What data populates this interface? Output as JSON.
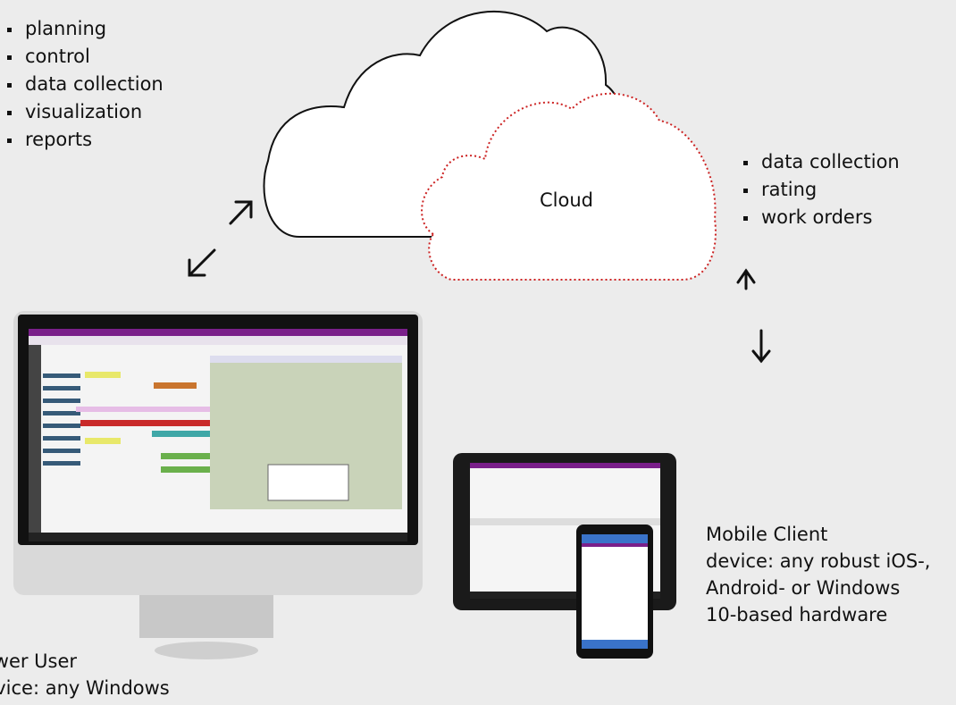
{
  "left_bullets": [
    "planning",
    "control",
    "data collection",
    "visualization",
    "reports"
  ],
  "right_bullets": [
    "data collection",
    "rating",
    "work orders"
  ],
  "cloud": {
    "label": "Cloud"
  },
  "mobile_caption": [
    "Mobile Client",
    "device: any robust iOS-,",
    "Android- or Windows",
    "10-based hardware"
  ],
  "desktop_caption": [
    "Power User",
    "device: any Windows"
  ],
  "colors": {
    "background": "#ececec",
    "dotted_cloud": "#cc2222",
    "app_accent": "#7a1f8a",
    "monitor_silver": "#d9d9d9"
  },
  "icons": [
    "double-arrow-left-icon",
    "double-arrow-right-icon",
    "cloud-icon",
    "desktop-monitor-icon",
    "tablet-icon",
    "phone-icon"
  ]
}
